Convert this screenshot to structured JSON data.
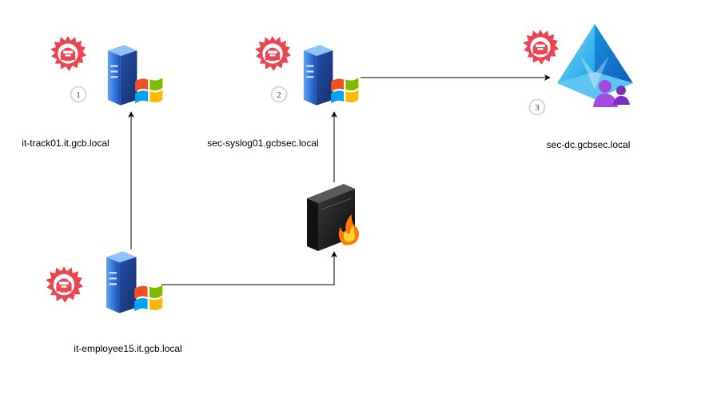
{
  "diagram": {
    "nodes": [
      {
        "id": "it-track01",
        "label": "it-track01.it.gcb.local",
        "step": "1",
        "icon": "windows-server-icon",
        "compromised": true
      },
      {
        "id": "sec-syslog01",
        "label": "sec-syslog01.gcbsec.local",
        "step": "2",
        "icon": "windows-server-icon",
        "compromised": true
      },
      {
        "id": "sec-dc",
        "label": "sec-dc.gcbsec.local",
        "step": "3",
        "icon": "azure-ad-domain-controller-icon",
        "compromised": true
      },
      {
        "id": "firewall",
        "label": "",
        "icon": "firewall-icon",
        "compromised": false
      },
      {
        "id": "it-employee15",
        "label": "it-employee15.it.gcb.local",
        "icon": "windows-server-icon",
        "compromised": true
      }
    ],
    "edges": [
      {
        "from": "it-employee15",
        "to": "it-track01"
      },
      {
        "from": "it-employee15",
        "to": "firewall"
      },
      {
        "from": "firewall",
        "to": "sec-syslog01"
      },
      {
        "from": "sec-syslog01",
        "to": "sec-dc"
      }
    ],
    "colors": {
      "hacker_badge": "#ea4550",
      "server_blue": "#2f6fd6",
      "azure_blue": "#1aa3e8",
      "azure_user": "#9b3fd6",
      "firewall_body": "#1c1c1c",
      "flame": "#ff7a00",
      "arrow": "#000000"
    }
  }
}
